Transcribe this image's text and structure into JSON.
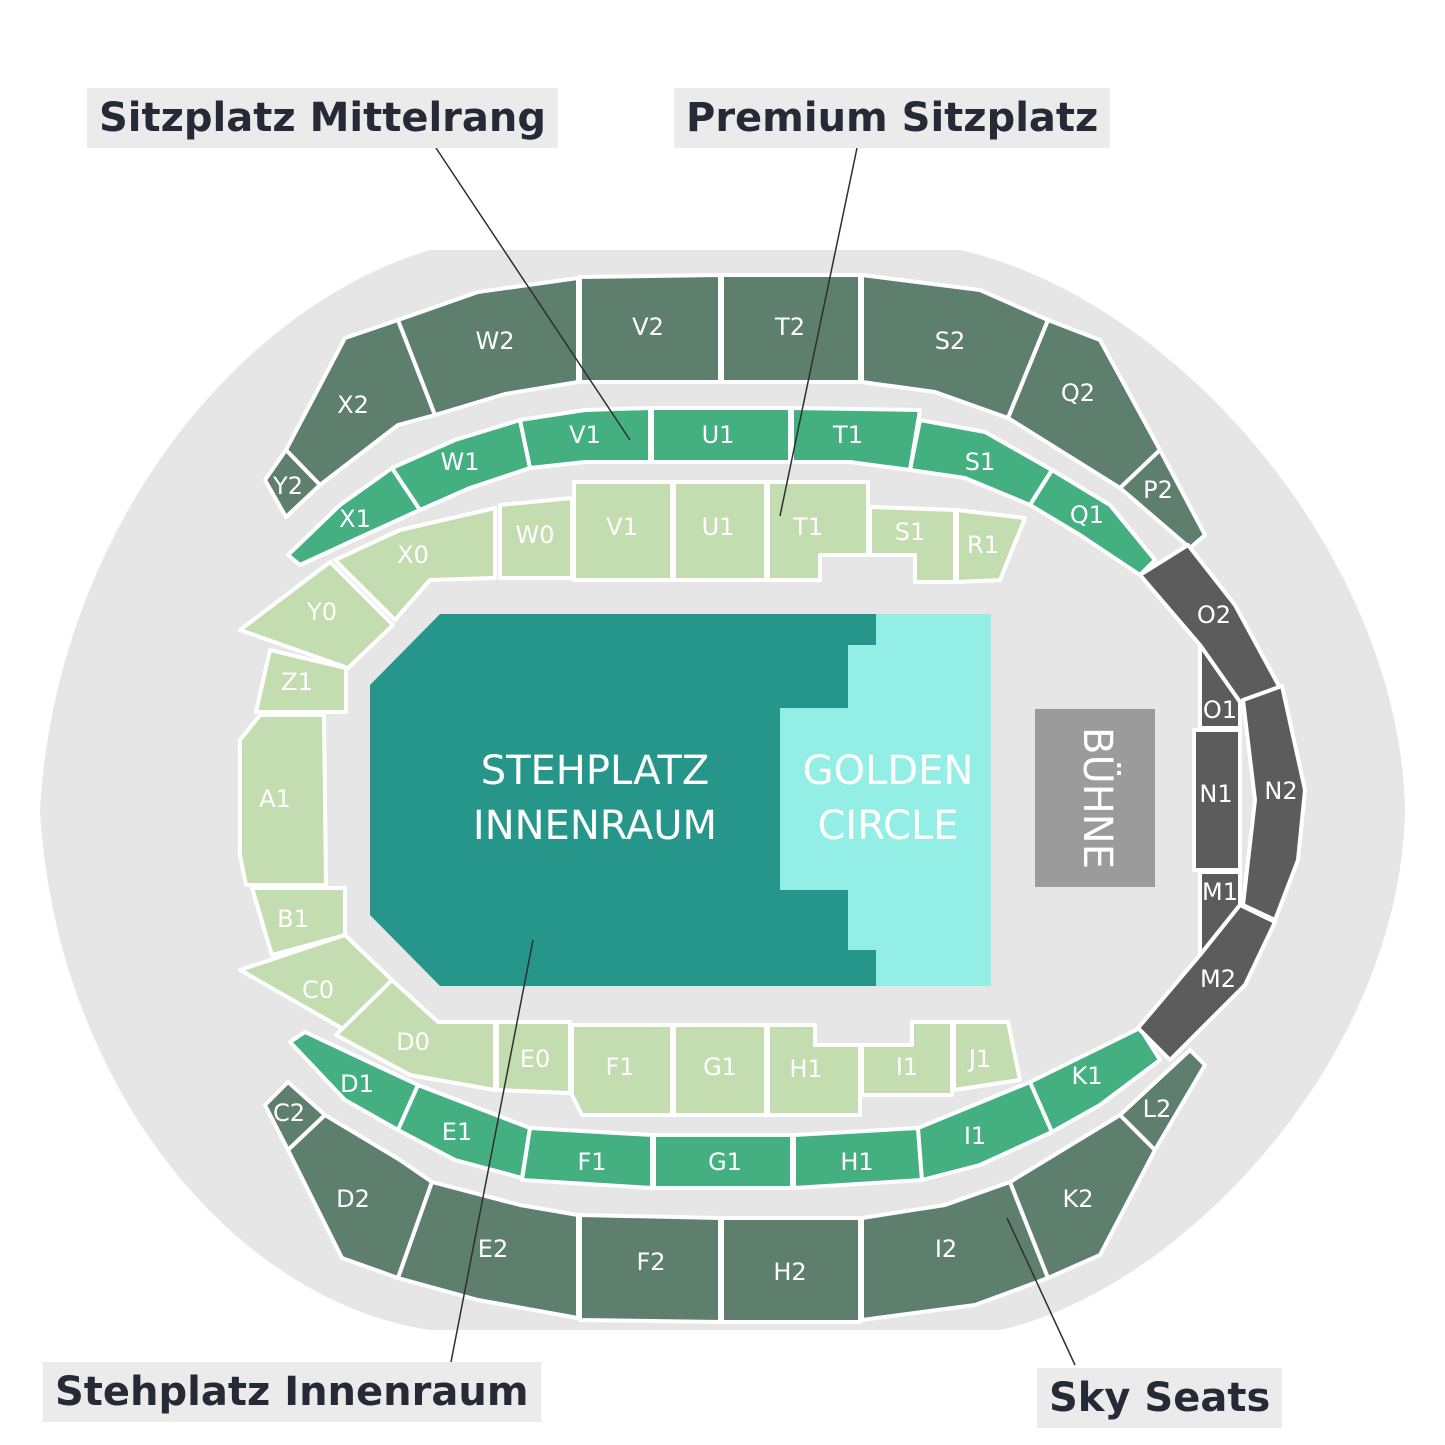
{
  "callouts": {
    "mittelrang": "Sitzplatz Mittelrang",
    "premium": "Premium Sitzplatz",
    "innenraum": "Stehplatz Innenraum",
    "sky": "Sky Seats"
  },
  "areas": {
    "innenraum_line1": "STEHPLATZ",
    "innenraum_line2": "INNENRAUM",
    "golden_line1": "GOLDEN",
    "golden_line2": "CIRCLE",
    "stage": "BÜHNE"
  },
  "sections": {
    "upper_top": [
      "X2",
      "W2",
      "V2",
      "T2",
      "S2",
      "Q2",
      "P2",
      "Y2"
    ],
    "middle_top": [
      "X1",
      "W1",
      "V1",
      "U1",
      "T1",
      "S1",
      "Q1"
    ],
    "lower_top": [
      "X0",
      "W0",
      "V1",
      "U1",
      "T1",
      "S1",
      "R1"
    ],
    "left": [
      "Y0",
      "Z1",
      "A1",
      "B1",
      "C0"
    ],
    "lower_bottom": [
      "D0",
      "E0",
      "F1",
      "G1",
      "H1",
      "I1",
      "J1"
    ],
    "middle_bottom": [
      "D1",
      "E1",
      "F1",
      "G1",
      "H1",
      "I1",
      "K1"
    ],
    "upper_bottom": [
      "C2",
      "D2",
      "E2",
      "F2",
      "H2",
      "I2",
      "K2",
      "L2"
    ],
    "sky": [
      "O2",
      "O1",
      "N1",
      "N2",
      "M1",
      "M2"
    ]
  },
  "colors": {
    "background": "#e6e6e6",
    "upper_ring": "#5e7f6d",
    "middle_ring": "#44b081",
    "lower_ring": "#c3ddb0",
    "innenraum": "#26968b",
    "golden_circle": "#93eee6",
    "sky_seats": "#5c5c5c",
    "stage": "#9b9b9b",
    "callout_bg": "#ebebeb",
    "callout_text": "#262a36"
  }
}
